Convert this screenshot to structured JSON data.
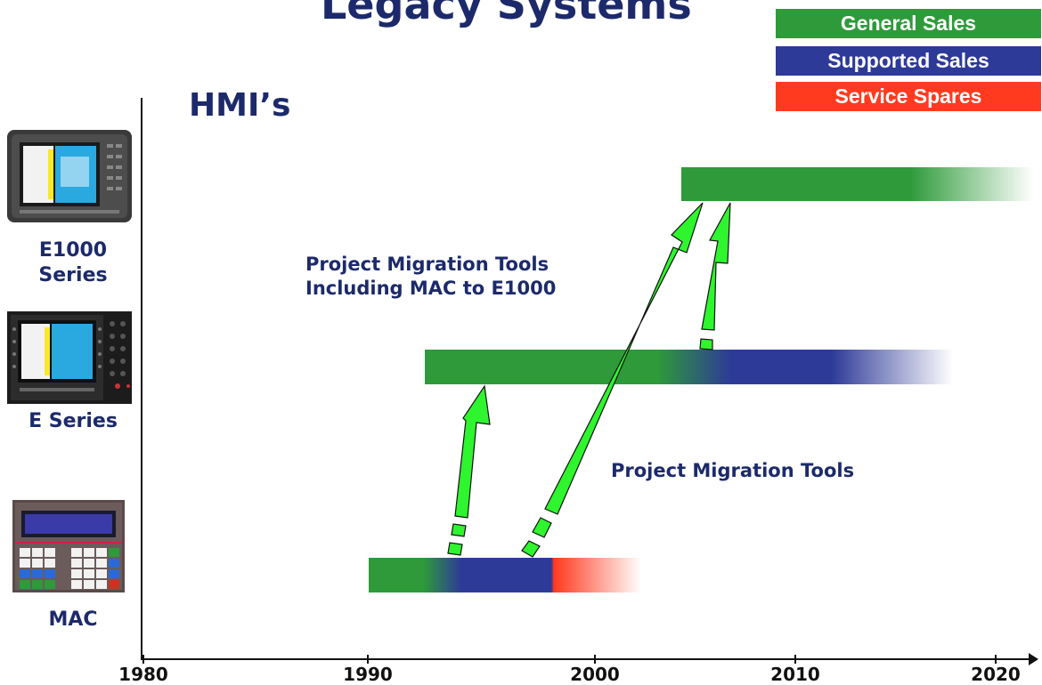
{
  "title": "Legacy Systems",
  "legend": [
    {
      "label": "General Sales",
      "color": "#2e9a3a"
    },
    {
      "label": "Supported Sales",
      "color": "#2e3a98"
    },
    {
      "label": "Service Spares",
      "color": "#ff3a1f"
    }
  ],
  "section_title": "HMI’s",
  "products": [
    {
      "label": "E1000 Series"
    },
    {
      "label": "E Series"
    },
    {
      "label": "MAC"
    }
  ],
  "notes": {
    "upper_line1": "Project Migration Tools",
    "upper_line2": "Including MAC to E1000",
    "lower": "Project Migration Tools"
  },
  "axis": {
    "ticks": [
      "1980",
      "1990",
      "2000",
      "2010",
      "2020"
    ]
  },
  "colors": {
    "general": "#2e9a3a",
    "supported": "#2e3a98",
    "spares": "#ff3a1f",
    "arrow": "#2ef52e",
    "text": "#1c2a6b"
  }
}
